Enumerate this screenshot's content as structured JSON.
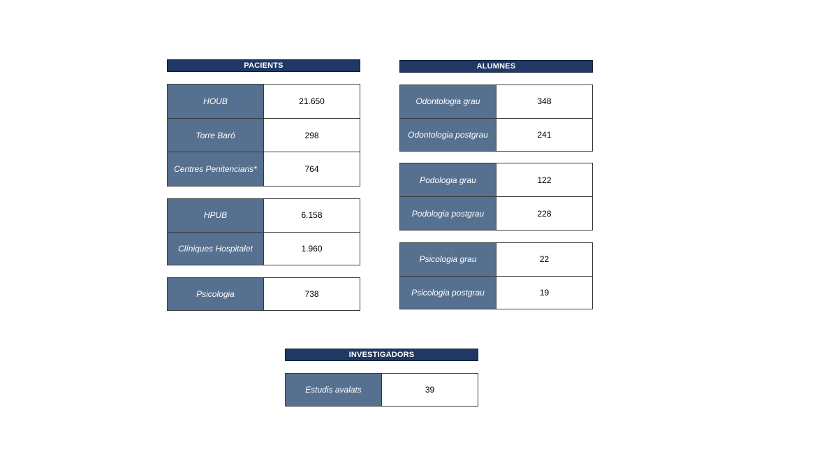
{
  "pacients": {
    "title": "PACIENTS",
    "groups": [
      [
        {
          "label": "HOUB",
          "value": "21.650"
        },
        {
          "label": "Torre Baró",
          "value": "298"
        },
        {
          "label": "Centres Penitenciaris*",
          "value": "764"
        }
      ],
      [
        {
          "label": "HPUB",
          "value": "6.158"
        },
        {
          "label": "Clíniques Hospitalet",
          "value": "1.960"
        }
      ],
      [
        {
          "label": "Psicologia",
          "value": "738"
        }
      ]
    ]
  },
  "alumnes": {
    "title": "ALUMNES",
    "groups": [
      [
        {
          "label": "Odontologia grau",
          "value": "348"
        },
        {
          "label": "Odontologia postgrau",
          "value": "241"
        }
      ],
      [
        {
          "label": "Podologia grau",
          "value": "122"
        },
        {
          "label": "Podologia postgrau",
          "value": "228"
        }
      ],
      [
        {
          "label": "Psicologia grau",
          "value": "22"
        },
        {
          "label": "Psicologia postgrau",
          "value": "19"
        }
      ]
    ]
  },
  "investigadors": {
    "title": "INVESTIGADORS",
    "groups": [
      [
        {
          "label": "Estudis avalats",
          "value": "39"
        }
      ]
    ]
  },
  "colors": {
    "header_bg": "#1f3864",
    "label_bg": "#56708f",
    "value_bg": "#ffffff"
  }
}
